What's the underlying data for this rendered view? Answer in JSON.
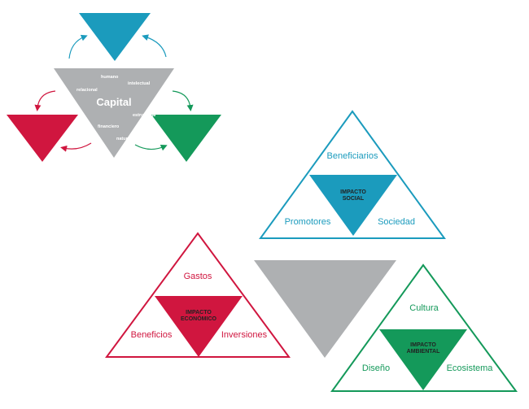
{
  "colors": {
    "blue": "#1b9bbd",
    "gray": "#aeb0b2",
    "red": "#d0163f",
    "green": "#14995a",
    "white": "#ffffff",
    "dark": "#222222"
  },
  "capital": {
    "title": "Capital",
    "words": {
      "humano": "humano",
      "intelectual": "intelectual",
      "relacional": "relacional",
      "estructural": "estructural",
      "financiero": "financiero",
      "natural": "natural"
    }
  },
  "social": {
    "top": "Beneficiarios",
    "left": "Promotores",
    "right": "Sociedad",
    "center_line1": "IMPACTO",
    "center_line2": "SOCIAL"
  },
  "economico": {
    "top": "Gastos",
    "left": "Beneficios",
    "right": "Inversiones",
    "center_line1": "IMPACTO",
    "center_line2": "ECONÓMICO"
  },
  "ambiental": {
    "top": "Cultura",
    "left": "Diseño",
    "right": "Ecosistema",
    "center_line1": "IMPACTO",
    "center_line2": "AMBIENTAL"
  }
}
